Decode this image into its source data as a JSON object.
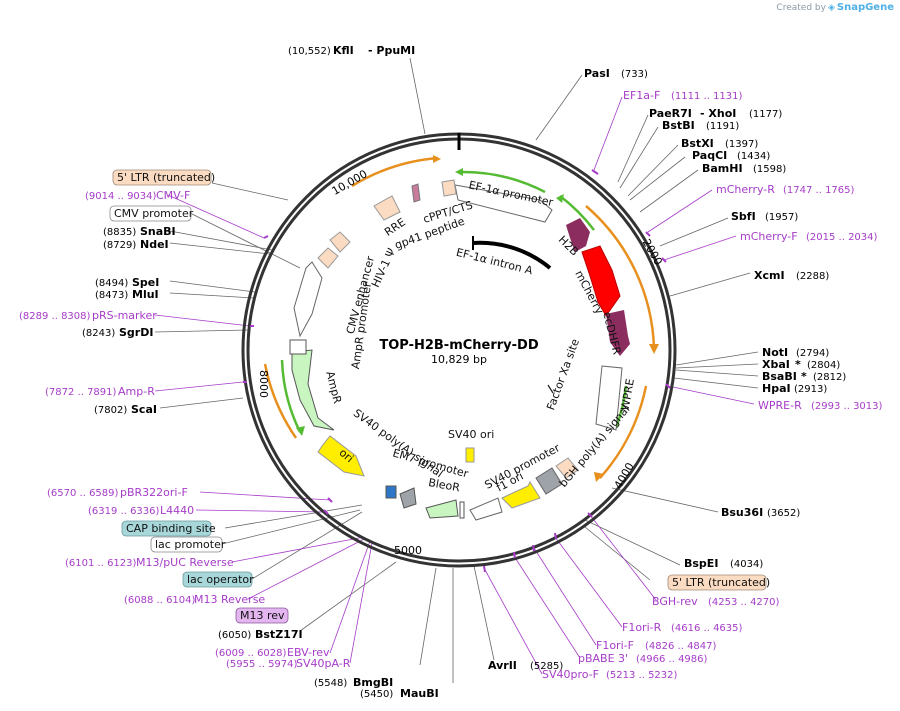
{
  "header": {
    "credit_prefix": "Created by",
    "brand": "SnapGene"
  },
  "plasmid": {
    "name": "TOP-H2B-mCherry-DD",
    "size_label": "10,829 bp"
  },
  "backbone": {
    "tick_10000": "10,000",
    "tick_2000": "2000",
    "tick_4000": "4000",
    "tick_5000": "5000",
    "tick_8000": "8000"
  },
  "colors": {
    "primer": "#a63cc8",
    "cds_purple": "#8b2d5f",
    "mcherry": "#ff0000",
    "promoter_green": "#55bb33",
    "orange": "#e8901e",
    "yellow": "#ffee00",
    "ltr": "#fbdcc2",
    "gray": "#9ea3a9"
  },
  "sites": {
    "kfli": {
      "pos": "(10,552)",
      "name": "KflI",
      "name2": "PpuMI"
    },
    "pasi": {
      "name": "PasI",
      "pos": "(733)"
    },
    "paer7i": {
      "name": "PaeR7I",
      "name2": "XhoI",
      "pos": "(1177)"
    },
    "bstbi": {
      "name": "BstBI",
      "pos": "(1191)"
    },
    "bstxi": {
      "name": "BstXI",
      "pos": "(1397)"
    },
    "paqci": {
      "name": "PaqCI",
      "pos": "(1434)"
    },
    "bamhi": {
      "name": "BamHI",
      "pos": "(1598)"
    },
    "sbfi": {
      "name": "SbfI",
      "pos": "(1957)"
    },
    "xcmi": {
      "name": "XcmI",
      "pos": "(2288)"
    },
    "noti": {
      "name": "NotI",
      "pos": "(2794)"
    },
    "xbai": {
      "name": "XbaI",
      "star": "*",
      "pos": "(2804)"
    },
    "bsabi": {
      "name": "BsaBI",
      "star": "*",
      "pos": "(2812)"
    },
    "hpai": {
      "name": "HpaI",
      "pos": "(2913)"
    },
    "bsu36i": {
      "name": "Bsu36I",
      "pos": "(3652)"
    },
    "bspei": {
      "name": "BspEI",
      "pos": "(4034)"
    },
    "avrii": {
      "name": "AvrII",
      "pos": "(5285)"
    },
    "maubi": {
      "pos": "(5450)",
      "name": "MauBI"
    },
    "bmgbi": {
      "pos": "(5548)",
      "name": "BmgBI"
    },
    "bstz17i": {
      "pos": "(6050)",
      "name": "BstZ17I"
    },
    "scai": {
      "pos": "(7802)",
      "name": "ScaI"
    },
    "sgrdi": {
      "pos": "(8243)",
      "name": "SgrDI"
    },
    "mlui": {
      "pos": "(8473)",
      "name": "MluI"
    },
    "spei": {
      "pos": "(8494)",
      "name": "SpeI"
    },
    "ndei": {
      "pos": "(8729)",
      "name": "NdeI"
    },
    "snabi": {
      "pos": "(8835)",
      "name": "SnaBI"
    }
  },
  "primers": {
    "ef1af": {
      "name": "EF1a-F",
      "range": "(1111 .. 1131)"
    },
    "mcherryr": {
      "name": "mCherry-R",
      "range": "(1747 .. 1765)"
    },
    "mcherryf": {
      "name": "mCherry-F",
      "range": "(2015 .. 2034)"
    },
    "wprer": {
      "name": "WPRE-R",
      "range": "(2993 .. 3013)"
    },
    "bghrev": {
      "name": "BGH-rev",
      "range": "(4253 .. 4270)"
    },
    "f1orir": {
      "name": "F1ori-R",
      "range": "(4616 .. 4635)"
    },
    "f1orif": {
      "name": "F1ori-F",
      "range": "(4826 .. 4847)"
    },
    "pbabe3": {
      "name": "pBABE 3'",
      "range": "(4966 .. 4986)"
    },
    "sv40prof": {
      "name": "SV40pro-F",
      "range": "(5213 .. 5232)"
    },
    "sv40par": {
      "range": "(5955 .. 5974)",
      "name": "SV40pA-R"
    },
    "ebvrev": {
      "range": "(6009 .. 6028)",
      "name": "EBV-rev"
    },
    "m13rev": {
      "range": "(6088 .. 6104)",
      "name": "M13 Reverse"
    },
    "m13puc": {
      "range": "(6101 .. 6123)",
      "name": "M13/pUC Reverse"
    },
    "l4440": {
      "range": "(6319 .. 6336)",
      "name": "L4440"
    },
    "pbr322": {
      "range": "(6570 .. 6589)",
      "name": "pBR322ori-F"
    },
    "ampr": {
      "range": "(7872 .. 7891)",
      "name": "Amp-R"
    },
    "prsmarker": {
      "range": "(8289 .. 8308)",
      "name": "pRS-marker"
    },
    "cmvf": {
      "range": "(9014 .. 9034)",
      "name": "CMV-F"
    }
  },
  "boxed": {
    "ltr_top": "5' LTR (truncated)",
    "cmv_promoter": "CMV promoter",
    "ltr_bottom": "5' LTR (truncated)",
    "cap": "CAP binding site",
    "lac_promoter": "lac promoter",
    "lac_operator": "lac operator",
    "m13rev_box": "M13 rev"
  },
  "features": {
    "ef1a_promoter": "EF-1α promoter",
    "ef1a_intron": "EF-1α intron A",
    "h2b": "H2B",
    "mcherry": "mCherry",
    "ecdhfr": "ecDHFR",
    "factor_xa": "Factor Xa site",
    "wpre": "WPRE",
    "bgh": "bGH poly(A) signal",
    "sv40_promoter": "SV40 promoter",
    "f1ori": "f1 ori",
    "sv40ori": "SV40 ori",
    "em7": "EM7 promoter",
    "bleor": "BleoR",
    "sv40polya": "SV40 poly(A) signal",
    "ori": "ori",
    "ampr_prom": "AmpR promoter",
    "ampr": "AmpR",
    "cmv_enhancer": "CMV enhancer",
    "hiv": "HIV-1 Ψ",
    "rre": "RRE",
    "cppt": "cPPT/CTS",
    "gp41": "gp41 peptide"
  }
}
